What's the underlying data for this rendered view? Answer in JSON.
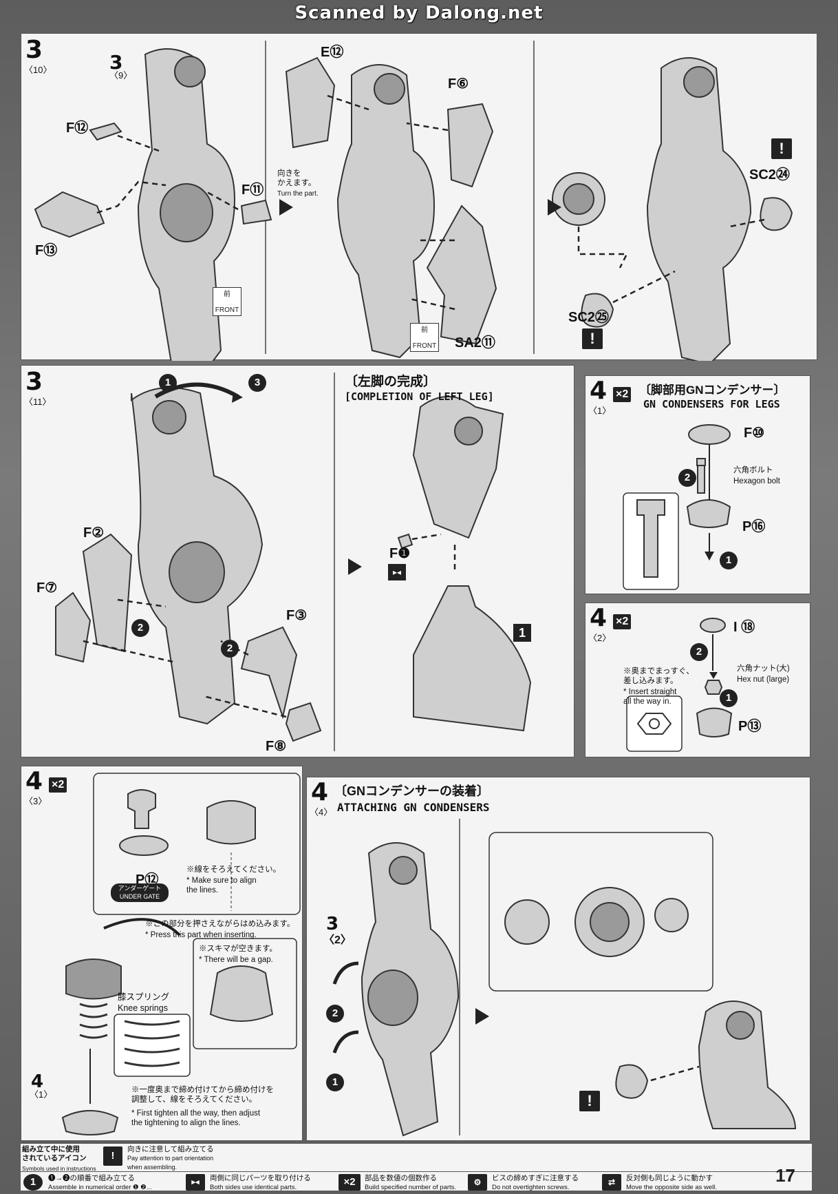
{
  "scan_banner": "Scanned by Dalong.net",
  "page_number": "17",
  "step3_10": {
    "step": "3",
    "sub": "〈10〉",
    "ref_step": "3",
    "ref_sub": "〈9〉",
    "parts": [
      "F⑫",
      "F⑬",
      "F⑪",
      "E⑫",
      "F⑥",
      "SA2⑪",
      "SC2㉔",
      "SC2㉕"
    ],
    "turn_jp": "向きを\nかえます。",
    "turn_en": "Turn the part.",
    "front_jp": "前",
    "front_en": "FRONT"
  },
  "step3_11": {
    "step": "3",
    "sub": "〈11〉",
    "rot_a": "1",
    "rot_b": "3",
    "parts": [
      "F②",
      "F⑦",
      "F③",
      "F⑧"
    ],
    "assembly_num": "2",
    "completion_jp": "〔左脚の完成〕",
    "completion_en": "[COMPLETION OF LEFT LEG]",
    "completion_part": "F❶",
    "completion_box": "1"
  },
  "step4_1": {
    "step": "4",
    "sub": "〈1〉",
    "mult": "×2",
    "title_jp": "〔脚部用GNコンデンサー〕",
    "title_en": "GN CONDENSERS FOR LEGS",
    "part_top": "F⑩",
    "part_bottom": "P⑯",
    "bolt_jp": "六角ボルト",
    "bolt_en": "Hexagon bolt",
    "n1": "1",
    "n2": "2"
  },
  "step4_2": {
    "step": "4",
    "sub": "〈2〉",
    "mult": "×2",
    "part_top": "I ⑱",
    "part_bottom": "P⑬",
    "nut_jp": "六角ナット(大)",
    "nut_en": "Hex nut (large)",
    "insert_jp": "※奥までまっすぐ、\n差し込みます。",
    "insert_en": "* Insert straight\n  all the way in.",
    "n1": "1",
    "n2": "2"
  },
  "step4_3": {
    "step": "4",
    "sub": "〈3〉",
    "mult": "×2",
    "part": "P⑫",
    "gate_jp": "アンダーゲート",
    "gate_en": "UNDER GATE",
    "align_jp": "※線をそろえてください。",
    "align_en": "* Make sure to align\n  the lines.",
    "press_jp": "※この部分を押さえながらはめ込みます。",
    "press_en": "* Press this part when inserting.",
    "gap_jp": "※スキマが空きます。",
    "gap_en": "* There will be a gap.",
    "spring_jp": "膝スプリング",
    "spring_en": "Knee springs",
    "ref_step": "4",
    "ref_sub": "〈1〉",
    "tighten_jp": "※一度奥まで締め付けてから締め付けを\n調整して、線をそろえてください。",
    "tighten_en": "* First tighten all the way, then adjust\n  the tightening to align the lines."
  },
  "step4_4": {
    "step": "4",
    "sub": "〈4〉",
    "title_jp": "〔GNコンデンサーの装着〕",
    "title_en": "ATTACHING GN CONDENSERS",
    "ref_step": "3",
    "ref_sub": "〈2〉",
    "n1": "1",
    "n2": "2"
  },
  "legend": {
    "title_jp": "組み立て中に使用\nされているアイコン",
    "title_en": "Symbols used in instructions",
    "caution_jp": "向きに注意して組み立てる",
    "caution_en": "Pay attention to part orientation\nwhen assembling.",
    "order_jp": "❶→❷の順番で組み立てる",
    "order_en": "Assemble in numerical order ❶ ❷...",
    "both_jp": "両側に同じパーツを取り付ける",
    "both_en": "Both sides use identical parts.",
    "mult_jp": "部品を数値の個数作る",
    "mult_en": "Build specified number of parts.",
    "screw_jp": "ビスの締めすぎに注意する",
    "screw_en": "Do not overtighten screws.",
    "opp_jp": "反対側も同じように動かす",
    "opp_en": "Move the opposite side as well.",
    "icon_order": "1",
    "icon_mult": "×2",
    "icon_caution": "!"
  }
}
